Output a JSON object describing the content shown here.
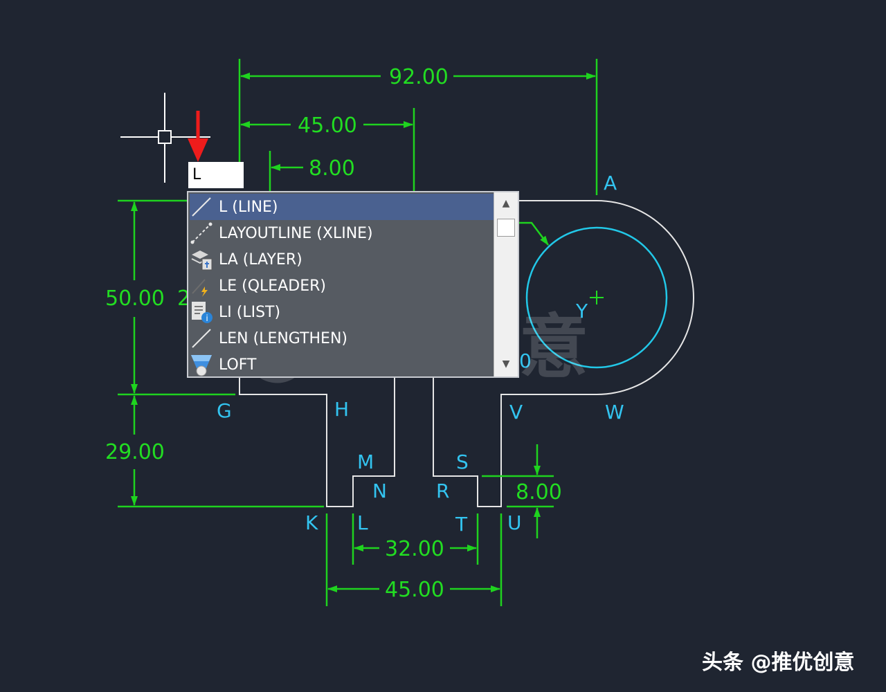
{
  "dimensions": {
    "top_overall": "92.00",
    "top_mid": "45.00",
    "top_small": "8.00",
    "left_upper": "50.00",
    "left_upper_partial": "2",
    "left_lower": "29.00",
    "right_step": "8.00",
    "bottom_inner": "32.00",
    "bottom_outer": "45.00"
  },
  "points": {
    "A": "A",
    "G": "G",
    "H": "H",
    "V": "V",
    "W": "W",
    "M": "M",
    "N": "N",
    "S": "S",
    "R": "R",
    "K": "K",
    "L": "L",
    "T": "T",
    "U": "U",
    "Y": "Y",
    "O_partial": "0"
  },
  "command": {
    "input_value": "L"
  },
  "autocomplete": {
    "items": [
      {
        "label": "L (LINE)",
        "icon": "line-icon"
      },
      {
        "label": "LAYOUTLINE (XLINE)",
        "icon": "xline-icon"
      },
      {
        "label": "LA (LAYER)",
        "icon": "layer-icon"
      },
      {
        "label": "LE (QLEADER)",
        "icon": "qleader-icon"
      },
      {
        "label": "LI (LIST)",
        "icon": "list-icon"
      },
      {
        "label": "LEN (LENGTHEN)",
        "icon": "lengthen-icon"
      },
      {
        "label": "LOFT",
        "icon": "loft-icon"
      }
    ]
  },
  "watermark": {
    "text": "头条 @推优创意",
    "ghost": "@推优创意"
  },
  "colors": {
    "background": "#1f2531",
    "dimension": "#22dd22",
    "label": "#33c4f0",
    "geometry": "#e6e6e6",
    "circle": "#22c8e8",
    "arrow": "#ee1c1c"
  }
}
